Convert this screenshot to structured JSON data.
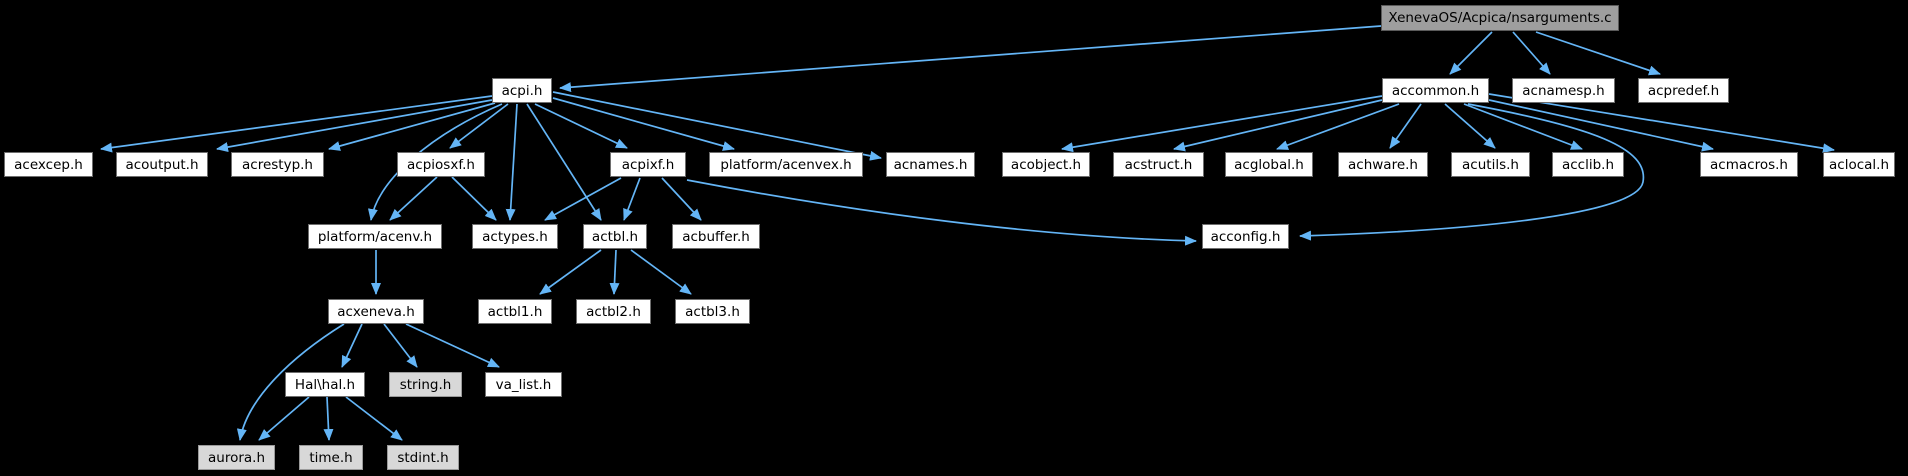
{
  "diagram": {
    "kind": "include-dependency-graph",
    "colors": {
      "background": "#000000",
      "edge": "#64B5F6",
      "node_fill": "#ffffff",
      "external_node_fill": "#d8d8d8",
      "root_node_fill": "#9e9e9e",
      "node_border": "#6e6e6e",
      "text": "#000000"
    }
  },
  "nodes": {
    "root": {
      "label": "XenevaOS/Acpica/nsarguments.c",
      "style": "root"
    },
    "acpi": {
      "label": "acpi.h",
      "style": "internal"
    },
    "accommon": {
      "label": "accommon.h",
      "style": "internal"
    },
    "acnamesp": {
      "label": "acnamesp.h",
      "style": "internal"
    },
    "acpredef": {
      "label": "acpredef.h",
      "style": "internal"
    },
    "acexcep": {
      "label": "acexcep.h",
      "style": "internal"
    },
    "acoutput": {
      "label": "acoutput.h",
      "style": "internal"
    },
    "acrestyp": {
      "label": "acrestyp.h",
      "style": "internal"
    },
    "acpiosxf": {
      "label": "acpiosxf.h",
      "style": "internal"
    },
    "acpixf": {
      "label": "acpixf.h",
      "style": "internal"
    },
    "acenvex": {
      "label": "platform/acenvex.h",
      "style": "internal"
    },
    "acnames": {
      "label": "acnames.h",
      "style": "internal"
    },
    "acobject": {
      "label": "acobject.h",
      "style": "internal"
    },
    "acstruct": {
      "label": "acstruct.h",
      "style": "internal"
    },
    "acglobal": {
      "label": "acglobal.h",
      "style": "internal"
    },
    "achware": {
      "label": "achware.h",
      "style": "internal"
    },
    "acutils": {
      "label": "acutils.h",
      "style": "internal"
    },
    "acclib": {
      "label": "acclib.h",
      "style": "internal"
    },
    "acmacros": {
      "label": "acmacros.h",
      "style": "internal"
    },
    "aclocal": {
      "label": "aclocal.h",
      "style": "internal"
    },
    "acenv": {
      "label": "platform/acenv.h",
      "style": "internal"
    },
    "actypes": {
      "label": "actypes.h",
      "style": "internal"
    },
    "actbl": {
      "label": "actbl.h",
      "style": "internal"
    },
    "acbuffer": {
      "label": "acbuffer.h",
      "style": "internal"
    },
    "acconfig": {
      "label": "acconfig.h",
      "style": "internal"
    },
    "acxeneva": {
      "label": "acxeneva.h",
      "style": "internal"
    },
    "actbl1": {
      "label": "actbl1.h",
      "style": "internal"
    },
    "actbl2": {
      "label": "actbl2.h",
      "style": "internal"
    },
    "actbl3": {
      "label": "actbl3.h",
      "style": "internal"
    },
    "halhal": {
      "label": "Hal\\hal.h",
      "style": "internal"
    },
    "string": {
      "label": "string.h",
      "style": "external"
    },
    "valist": {
      "label": "va_list.h",
      "style": "internal"
    },
    "aurora": {
      "label": "aurora.h",
      "style": "external"
    },
    "time": {
      "label": "time.h",
      "style": "external"
    },
    "stdint": {
      "label": "stdint.h",
      "style": "external"
    }
  },
  "edges": [
    {
      "from": "root",
      "to": "acpi"
    },
    {
      "from": "root",
      "to": "accommon"
    },
    {
      "from": "root",
      "to": "acnamesp"
    },
    {
      "from": "root",
      "to": "acpredef"
    },
    {
      "from": "acpi",
      "to": "acexcep"
    },
    {
      "from": "acpi",
      "to": "acoutput"
    },
    {
      "from": "acpi",
      "to": "acrestyp"
    },
    {
      "from": "acpi",
      "to": "acpiosxf"
    },
    {
      "from": "acpi",
      "to": "acenv"
    },
    {
      "from": "acpi",
      "to": "actypes"
    },
    {
      "from": "acpi",
      "to": "actbl"
    },
    {
      "from": "acpi",
      "to": "acpixf"
    },
    {
      "from": "acpi",
      "to": "acenvex"
    },
    {
      "from": "acpi",
      "to": "acnames"
    },
    {
      "from": "acpiosxf",
      "to": "acenv"
    },
    {
      "from": "acpiosxf",
      "to": "actypes"
    },
    {
      "from": "acpixf",
      "to": "actypes"
    },
    {
      "from": "acpixf",
      "to": "actbl"
    },
    {
      "from": "acpixf",
      "to": "acbuffer"
    },
    {
      "from": "acpixf",
      "to": "acconfig"
    },
    {
      "from": "actbl",
      "to": "actbl1"
    },
    {
      "from": "actbl",
      "to": "actbl2"
    },
    {
      "from": "actbl",
      "to": "actbl3"
    },
    {
      "from": "acenv",
      "to": "acxeneva"
    },
    {
      "from": "acxeneva",
      "to": "aurora"
    },
    {
      "from": "acxeneva",
      "to": "halhal"
    },
    {
      "from": "acxeneva",
      "to": "string"
    },
    {
      "from": "acxeneva",
      "to": "valist"
    },
    {
      "from": "halhal",
      "to": "aurora"
    },
    {
      "from": "halhal",
      "to": "time"
    },
    {
      "from": "halhal",
      "to": "stdint"
    },
    {
      "from": "accommon",
      "to": "acobject"
    },
    {
      "from": "accommon",
      "to": "acstruct"
    },
    {
      "from": "accommon",
      "to": "acglobal"
    },
    {
      "from": "accommon",
      "to": "achware"
    },
    {
      "from": "accommon",
      "to": "acutils"
    },
    {
      "from": "accommon",
      "to": "acclib"
    },
    {
      "from": "accommon",
      "to": "acmacros"
    },
    {
      "from": "accommon",
      "to": "aclocal"
    },
    {
      "from": "accommon",
      "to": "acconfig"
    }
  ]
}
